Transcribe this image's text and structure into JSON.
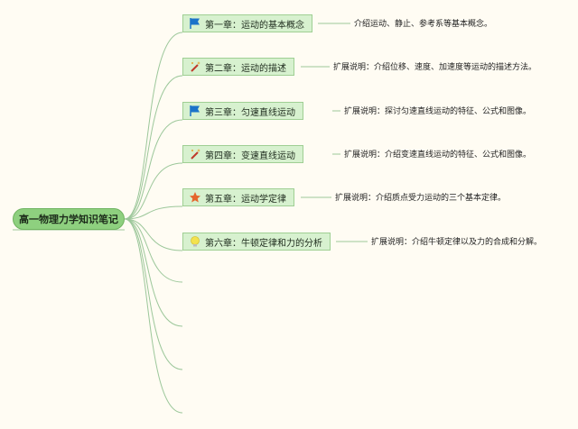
{
  "root": {
    "label": "高一物理力学知识笔记"
  },
  "topics": [
    {
      "label": "第一章：运动的基本概念",
      "icon": "blue-flag-icon",
      "note": "介绍运动、静止、参考系等基本概念。"
    },
    {
      "label": "第二章：运动的描述",
      "icon": "magic-wand-icon",
      "note": "扩展说明：介绍位移、速度、加速度等运动的描述方法。"
    },
    {
      "label": "第三章：匀速直线运动",
      "icon": "blue-flag-icon",
      "note": "扩展说明：探讨匀速直线运动的特征、公式和图像。"
    },
    {
      "label": "第四章：变速直线运动",
      "icon": "magic-wand-icon",
      "note": "扩展说明：介绍变速直线运动的特征、公式和图像。"
    },
    {
      "label": "第五章：运动学定律",
      "icon": "orange-star-icon",
      "note": "扩展说明：介绍质点受力运动的三个基本定律。"
    },
    {
      "label": "第六章：牛顿定律和力的分析",
      "icon": "lightbulb-icon",
      "note": "扩展说明：介绍牛顿定律以及力的合成和分解。"
    }
  ],
  "colors": {
    "branch": "#9cc79a",
    "topic_fill": "#d7f1cf",
    "root_fill": "#8ed07f",
    "flag": "#1b73c9",
    "star": "#e5662d",
    "bulb": "#f3e24f"
  }
}
